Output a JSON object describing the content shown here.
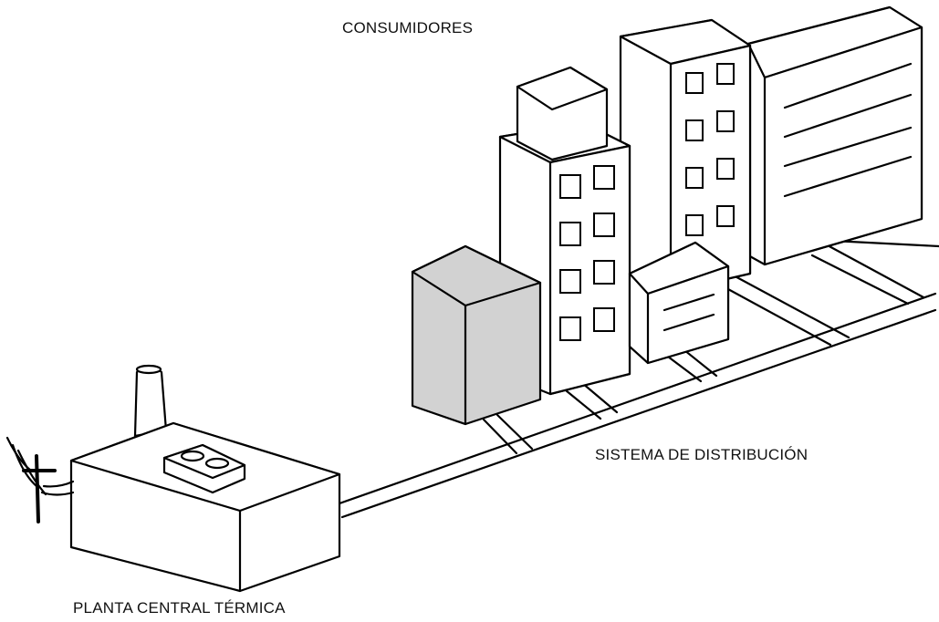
{
  "labels": {
    "consumers": "CONSUMIDORES",
    "distribution": "SISTEMA DE DISTRIBUCIÓN",
    "plant": "PLANTA CENTRAL TÉRMICA"
  },
  "colors": {
    "line": "#000000",
    "fill": "#ffffff",
    "shaded_building": "#d2d2d2"
  },
  "icons": [
    "power-pole-icon",
    "chimney-icon",
    "building-icon"
  ]
}
